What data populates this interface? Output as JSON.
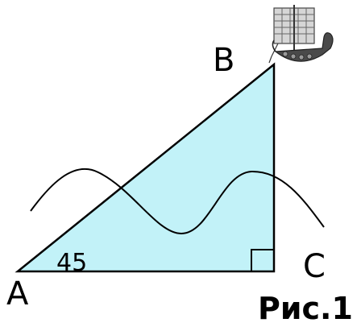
{
  "diagram": {
    "vertices": {
      "a": "A",
      "b": "B",
      "c": "C"
    },
    "angle_at_a": "45",
    "figure_caption": "Рис.1",
    "colors": {
      "triangle_fill": "#c2f2f8",
      "stroke": "#000000",
      "background": "#ffffff"
    },
    "decoration": {
      "icon": "viking-ship-icon"
    }
  }
}
